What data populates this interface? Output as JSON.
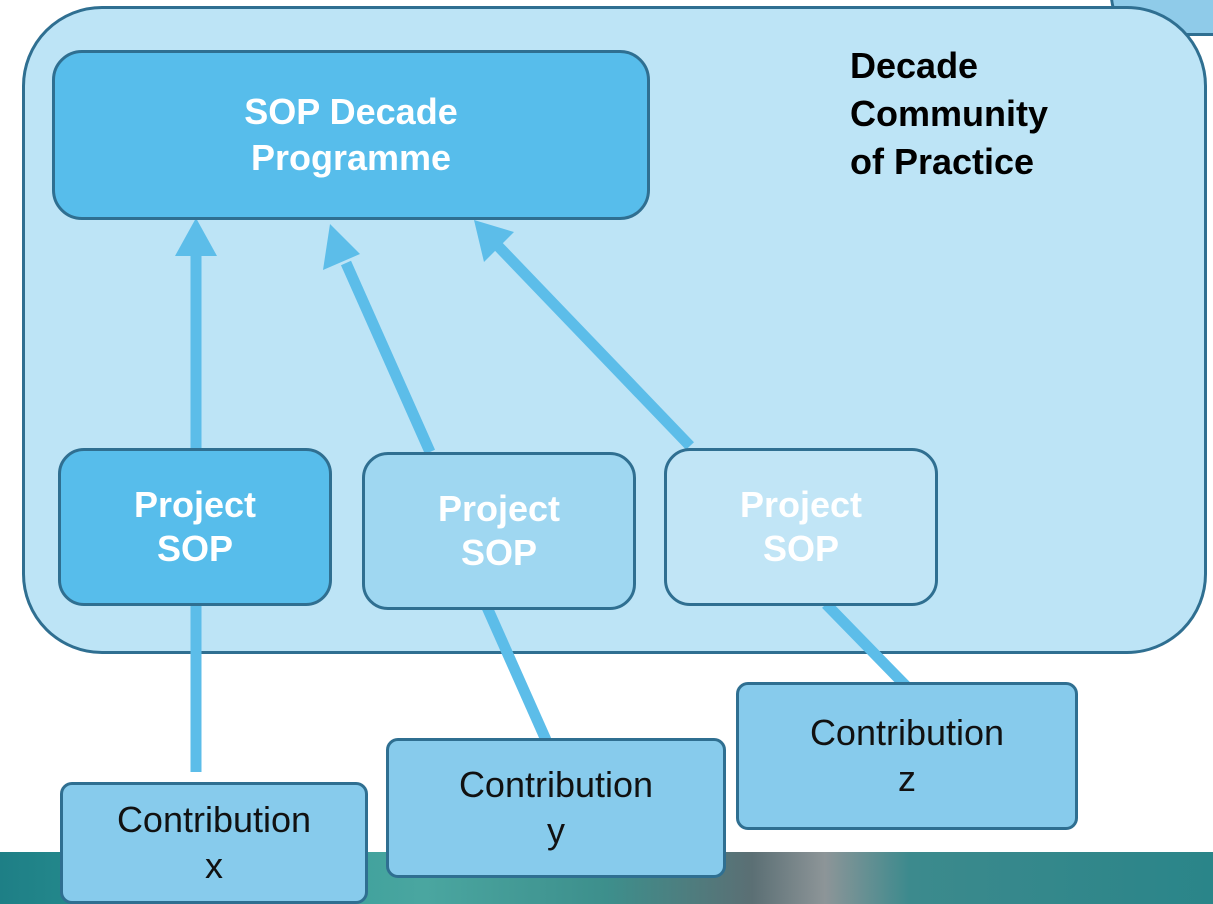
{
  "diagram": {
    "community_label": "Decade\nCommunity\nof Practice",
    "programme_label": "SOP Decade\nProgramme",
    "projects": [
      {
        "label": "Project\nSOP"
      },
      {
        "label": "Project\nSOP"
      },
      {
        "label": "Project\nSOP"
      }
    ],
    "contributions": [
      {
        "label": "Contribution\nx"
      },
      {
        "label": "Contribution\ny"
      },
      {
        "label": "Contribution\nz"
      }
    ]
  },
  "colors": {
    "community_fill": "#bde4f6",
    "programme_fill": "#57bdeb",
    "arrow": "#5cbde9",
    "border": "#2f6f91"
  }
}
